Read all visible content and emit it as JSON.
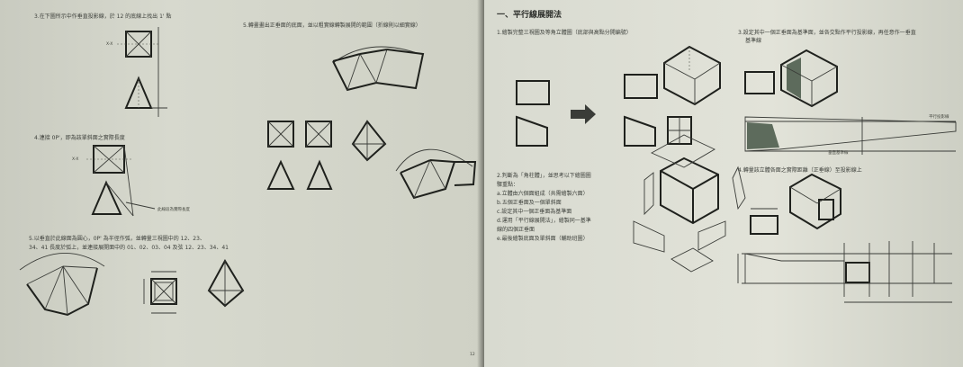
{
  "left_page": {
    "q3": "3.在下圖所示中作垂直投影線，於 12 的底線上找出 1' 點",
    "q4": "4.連接 0P'，即為該單斜面之實際長度",
    "q4_callout": "此線段為實際長度",
    "q5_line1": "5.以垂直於此線面為圓心，0P' 為半徑作弧，並轉量三視圖中的 12、23、",
    "q5_line2": "34、41 長度於弧上，並連接展開面中的 01、02、03、04 及弦 12、23、34、41",
    "q6": "5.轉畫畫出正垂面的底面，並以粗實線轉製展開的範圍（折線則以細實線）",
    "xy_label_1": "X-X",
    "xy_label_2": "X-X",
    "page_number": "12"
  },
  "right_page": {
    "section_title": "一、平行線展開法",
    "step1": "1.繪製完整三視圖及等角立體圖（底部與高點分開編號）",
    "step3_line1": "3.設定其中一個正垂面為基準面，並各交點作平行投影線，再任意作一垂直",
    "step3_line2": "基準線",
    "base_label_top": "平行投影線",
    "base_label_bottom": "垂直基準線",
    "step2_lines": [
      "2.判斷為「角柱體」，並思考以下繪圖圖",
      "   驟重點：",
      "   a.立體由六個面組成（共需繪製六面）",
      "   b.五個正垂面及一個單斜面",
      "   c.設定其中一個正垂面為基準面",
      "   d.運用「平行線展開法」，繪製同一基準",
      "      線的四個正垂面",
      "   e.最後繪製底面及單斜面（輔助班圖）"
    ],
    "step4": "4.轉量該立體各面之實際距離（正垂線）至投影線上"
  },
  "colors": {
    "paper_left": "#d4d6cb",
    "paper_right": "#dfe0d6",
    "ink": "#2f312d",
    "shade": "#5d6b5c"
  }
}
